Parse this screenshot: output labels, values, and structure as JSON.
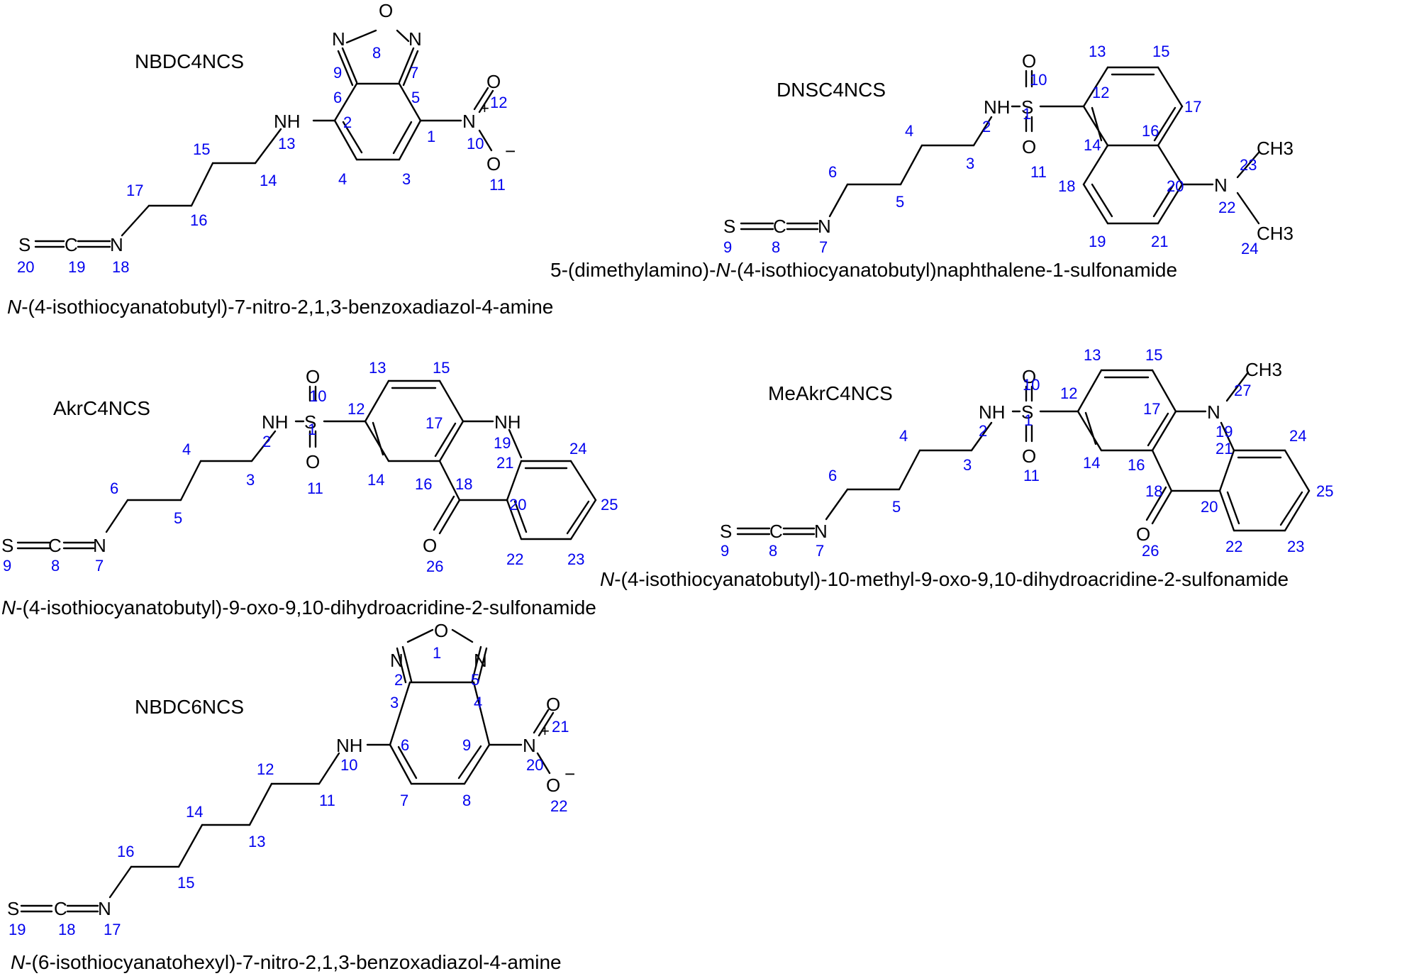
{
  "colors": {
    "bond": "#000000",
    "atom_text": "#000000",
    "locant": "#0000ee",
    "background": "#ffffff"
  },
  "compounds": [
    {
      "title": "NBDC4NCS",
      "iupac_prefix": "N",
      "iupac_rest": "-(4-isothiocyanatobutyl)-7-nitro-2,1,3-benzoxadiazol-4-amine",
      "atoms": [
        "O",
        "N",
        "N",
        "O",
        "O",
        "N",
        "NH",
        "N",
        "C",
        "S",
        "+",
        "−"
      ],
      "locants": [
        "8",
        "9",
        "7",
        "6",
        "5",
        "12",
        "2",
        "1",
        "10",
        "4",
        "3",
        "11",
        "13",
        "15",
        "14",
        "17",
        "16",
        "20",
        "19",
        "18"
      ]
    },
    {
      "title": "DNSC4NCS",
      "iupac_prefix": "5-(dimethylamino)-",
      "iupac_italic": "N",
      "iupac_rest": "-(4-isothiocyanatobutyl)naphthalene-1-sulfonamide",
      "atoms": [
        "O",
        "O",
        "NH",
        "S",
        "N",
        "CH3",
        "CH3",
        "N",
        "C",
        "S"
      ],
      "locants": [
        "13",
        "15",
        "10",
        "12",
        "1",
        "17",
        "16",
        "2",
        "14",
        "4",
        "3",
        "11",
        "23",
        "18",
        "20",
        "22",
        "6",
        "5",
        "19",
        "21",
        "24",
        "9",
        "8",
        "7"
      ]
    },
    {
      "title": "AkrC4NCS",
      "iupac_prefix": "N",
      "iupac_rest": "-(4-isothiocyanatobutyl)-9-oxo-9,10-dihydroacridine-2-sulfonamide",
      "atoms": [
        "O",
        "O",
        "NH",
        "S",
        "NH",
        "O",
        "N",
        "C",
        "S"
      ],
      "locants": [
        "13",
        "15",
        "10",
        "12",
        "1",
        "17",
        "2",
        "19",
        "24",
        "21",
        "4",
        "3",
        "11",
        "14",
        "16",
        "18",
        "20",
        "6",
        "25",
        "5",
        "22",
        "23",
        "26",
        "9",
        "8",
        "7"
      ]
    },
    {
      "title": "MeAkrC4NCS",
      "iupac_prefix": "N",
      "iupac_rest": "-(4-isothiocyanatobutyl)-10-methyl-9-oxo-9,10-dihydroacridine-2-sulfonamide",
      "atoms": [
        "O",
        "O",
        "NH",
        "S",
        "N",
        "CH3",
        "O",
        "N",
        "C",
        "S"
      ],
      "locants": [
        "13",
        "15",
        "10",
        "12",
        "1",
        "27",
        "17",
        "2",
        "19",
        "24",
        "21",
        "4",
        "3",
        "11",
        "14",
        "16",
        "18",
        "20",
        "6",
        "25",
        "5",
        "22",
        "23",
        "26",
        "9",
        "8",
        "7"
      ]
    },
    {
      "title": "NBDC6NCS",
      "iupac_prefix": "N",
      "iupac_rest": "-(6-isothiocyanatohexyl)-7-nitro-2,1,3-benzoxadiazol-4-amine",
      "atoms": [
        "O",
        "N",
        "N",
        "O",
        "O",
        "NH",
        "N",
        "C",
        "S",
        "+",
        "−"
      ],
      "locants": [
        "1",
        "2",
        "5",
        "3",
        "4",
        "21",
        "6",
        "9",
        "10",
        "20",
        "12",
        "11",
        "7",
        "8",
        "22",
        "14",
        "13",
        "16",
        "15",
        "19",
        "18",
        "17"
      ]
    }
  ]
}
